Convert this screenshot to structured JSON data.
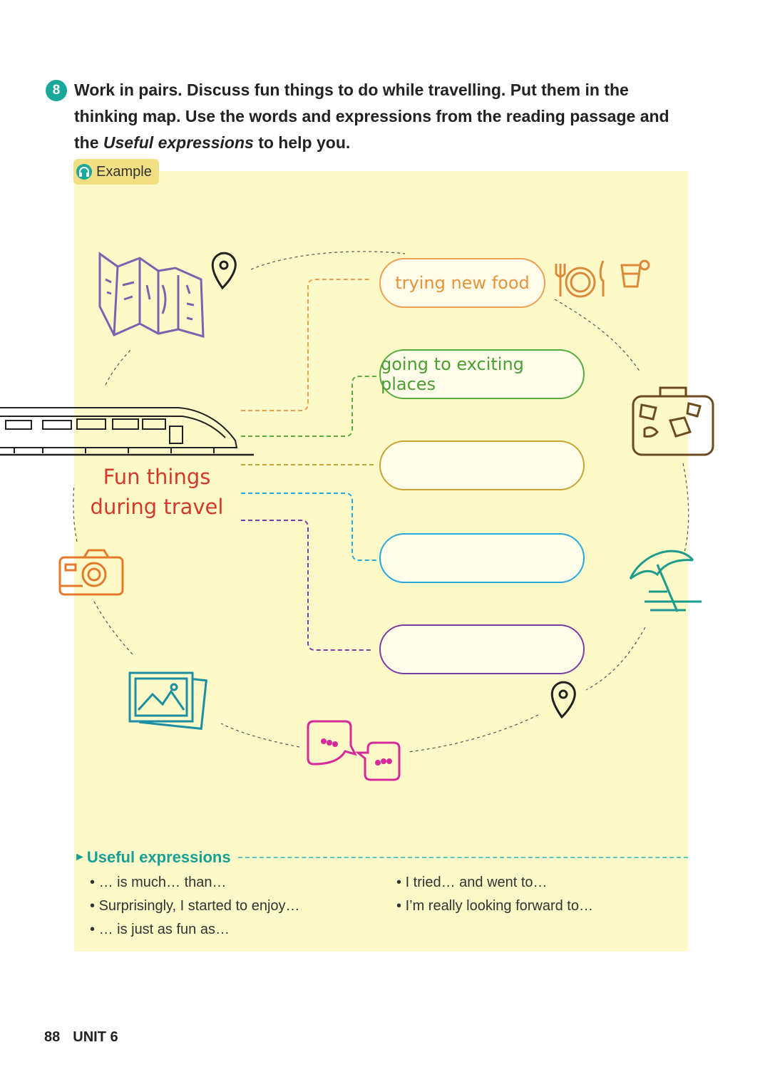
{
  "task": {
    "number": "8",
    "text_before": "Work in pairs. Discuss fun things to do while travelling. Put them in the thinking map. Use the words and expressions from the reading passage and the ",
    "text_italic": "Useful expressions",
    "text_after": " to help you."
  },
  "example_label": "Example",
  "thinking_map": {
    "center_line1": "Fun things",
    "center_line2": "during travel",
    "branches": [
      {
        "text": "trying new food",
        "color": "#f0a050"
      },
      {
        "text": "going to exciting places",
        "color": "#5aac3f"
      },
      {
        "text": "",
        "color": "#c9a433"
      },
      {
        "text": "",
        "color": "#2aa7dd"
      },
      {
        "text": "",
        "color": "#7b3fa3"
      }
    ]
  },
  "useful_expressions": {
    "title": "Useful expressions",
    "left": [
      "… is much… than…",
      "Surprisingly, I started to enjoy…",
      "… is just as fun as…"
    ],
    "right": [
      "I tried… and went to…",
      "I’m really looking forward to…"
    ]
  },
  "footer": {
    "page_number": "88",
    "unit": "UNIT 6"
  },
  "icons": [
    "map-icon",
    "location-pin-icon",
    "train-icon",
    "camera-icon",
    "photos-icon",
    "chat-bubbles-icon",
    "beach-umbrella-icon",
    "suitcase-icon",
    "cutlery-icon",
    "drink-icon"
  ]
}
